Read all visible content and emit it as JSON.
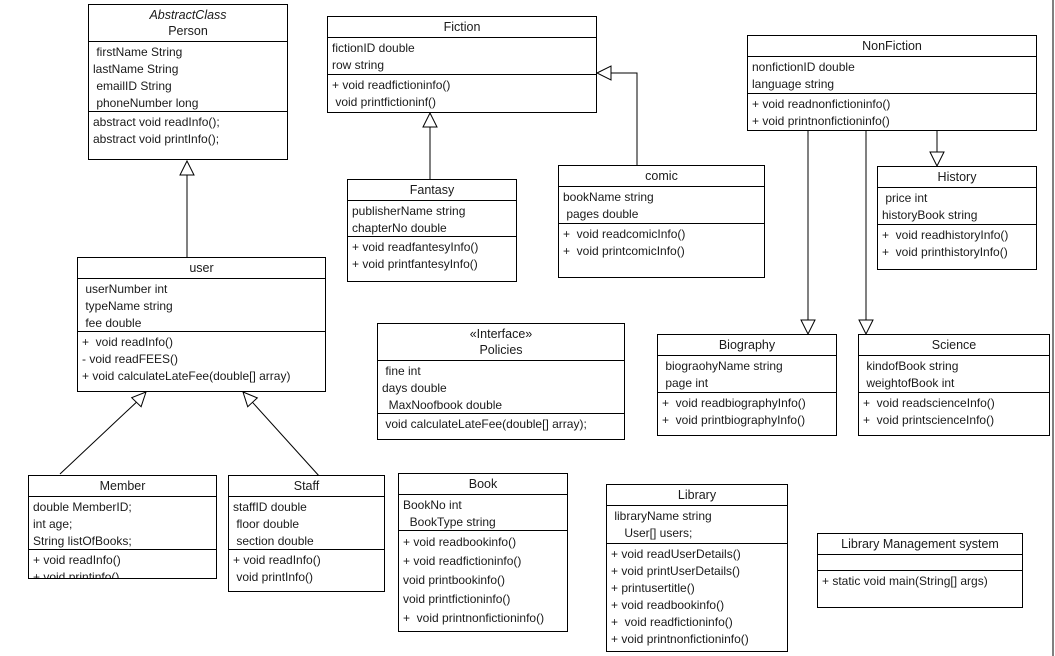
{
  "colors": {
    "line": "#000000",
    "background": "#ffffff"
  },
  "classes": {
    "person": {
      "stereotype": "AbstractClass",
      "name": "Person",
      "attributes": [
        " firstName String",
        "lastName String",
        " emailID String",
        " phoneNumber long"
      ],
      "methods": [
        "abstract void readInfo();",
        "abstract void printInfo();"
      ]
    },
    "fiction": {
      "name": "Fiction",
      "attributes": [
        "fictionID double",
        "row string"
      ],
      "methods": [
        "+ void readfictioninfo()",
        " void printfictioninf()"
      ]
    },
    "nonfiction": {
      "name": "NonFiction",
      "attributes": [
        "nonfictionID double",
        "language string"
      ],
      "methods": [
        "+ void readnonfictioninfo()",
        "+ void printnonfictioninfo()"
      ]
    },
    "fantasy": {
      "name": "Fantasy",
      "attributes": [
        "publisherName string",
        "chapterNo double"
      ],
      "methods": [
        "+ void readfantesyInfo()",
        "+ void printfantesyInfo()"
      ]
    },
    "comic": {
      "name": "comic",
      "attributes": [
        "bookName string",
        " pages double"
      ],
      "methods": [
        "+  void readcomicInfo()",
        "+  void printcomicInfo()"
      ]
    },
    "history": {
      "name": "History",
      "attributes": [
        " price int",
        "historyBook string"
      ],
      "methods": [
        "+  void readhistoryInfo()",
        "+  void printhistoryInfo()"
      ]
    },
    "user": {
      "name": "user",
      "attributes": [
        " userNumber int",
        " typeName string",
        " fee double"
      ],
      "methods": [
        "+  void readInfo()",
        "- void readFEES()",
        "+ void calculateLateFee(double[] array)"
      ]
    },
    "policies": {
      "stereotype": "«Interface»",
      "name": "Policies",
      "attributes": [
        " fine int",
        "days double",
        "  MaxNoofbook double"
      ],
      "methods": [
        " void calculateLateFee(double[] array);"
      ]
    },
    "biography": {
      "name": "Biography",
      "attributes": [
        " biograohyName string",
        " page int"
      ],
      "methods": [
        "+  void readbiographyInfo()",
        "+  void printbiographyInfo()"
      ]
    },
    "science": {
      "name": "Science",
      "attributes": [
        " kindofBook string",
        " weightofBook int"
      ],
      "methods": [
        "+  void readscienceInfo()",
        "+  void printscienceInfo()"
      ]
    },
    "member": {
      "name": "Member",
      "attributes": [
        "double MemberID;",
        "int age;",
        "String listOfBooks;"
      ],
      "methods": [
        "+ void readInfo()",
        "+ void printinfo()"
      ]
    },
    "staff": {
      "name": "Staff",
      "attributes": [
        "staffID double",
        " floor double",
        " section double"
      ],
      "methods": [
        "+ void readInfo()",
        " void printInfo()"
      ]
    },
    "book": {
      "name": "Book",
      "attributes": [
        "BookNo int",
        "  BookType string"
      ],
      "methods": [
        "+ void readbookinfo()",
        "+ void readfictioninfo()",
        "void printbookinfo()",
        "void printfictioninfo()",
        "+  void printnonfictioninfo()"
      ]
    },
    "library": {
      "name": "Library",
      "attributes": [
        " libraryName string",
        "    User[] users;"
      ],
      "methods": [
        "+ void readUserDetails()",
        "+ void printUserDetails()",
        "+ printusertitle()",
        "+ void readbookinfo()",
        "+  void readfictioninfo()",
        "+ void printnonfictioninfo()"
      ]
    },
    "lms": {
      "name": "Library Management system",
      "attributes": [],
      "methods": [
        "+ static void main(String[] args)"
      ]
    }
  }
}
